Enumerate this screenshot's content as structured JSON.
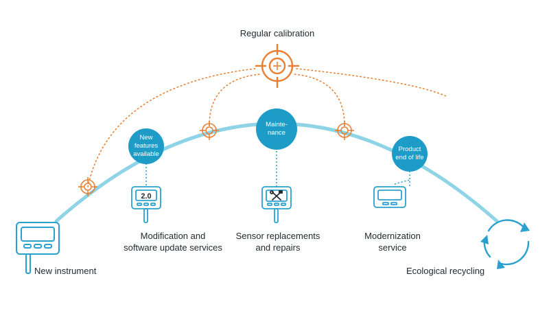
{
  "labels": {
    "regular_calibration": "Regular calibration",
    "new_instrument": "New instrument",
    "modification_line1": "Modification and",
    "modification_line2": "software update services",
    "sensor_line1": "Sensor replacements",
    "sensor_line2": "and repairs",
    "modernization_line1": "Modernization",
    "modernization_line2": "service",
    "ecological_recycling": "Ecological recycling"
  },
  "nodes": {
    "new_features_line1": "New",
    "new_features_line2": "features",
    "new_features_line3": "available",
    "maintenance_line1": "Mainte-",
    "maintenance_line2": "nance",
    "product_eol_line1": "Product",
    "product_eol_line2": "end of life"
  },
  "device_screen_text": "2.0",
  "colors": {
    "arc": "#8fd3e6",
    "node": "#1e9cc8",
    "accent": "#e87f32",
    "device_stroke": "#2aa0cf",
    "text": "#222a30"
  },
  "icons": [
    "crosshair-icon",
    "device-icon",
    "tools-icon",
    "recycle-icon"
  ]
}
